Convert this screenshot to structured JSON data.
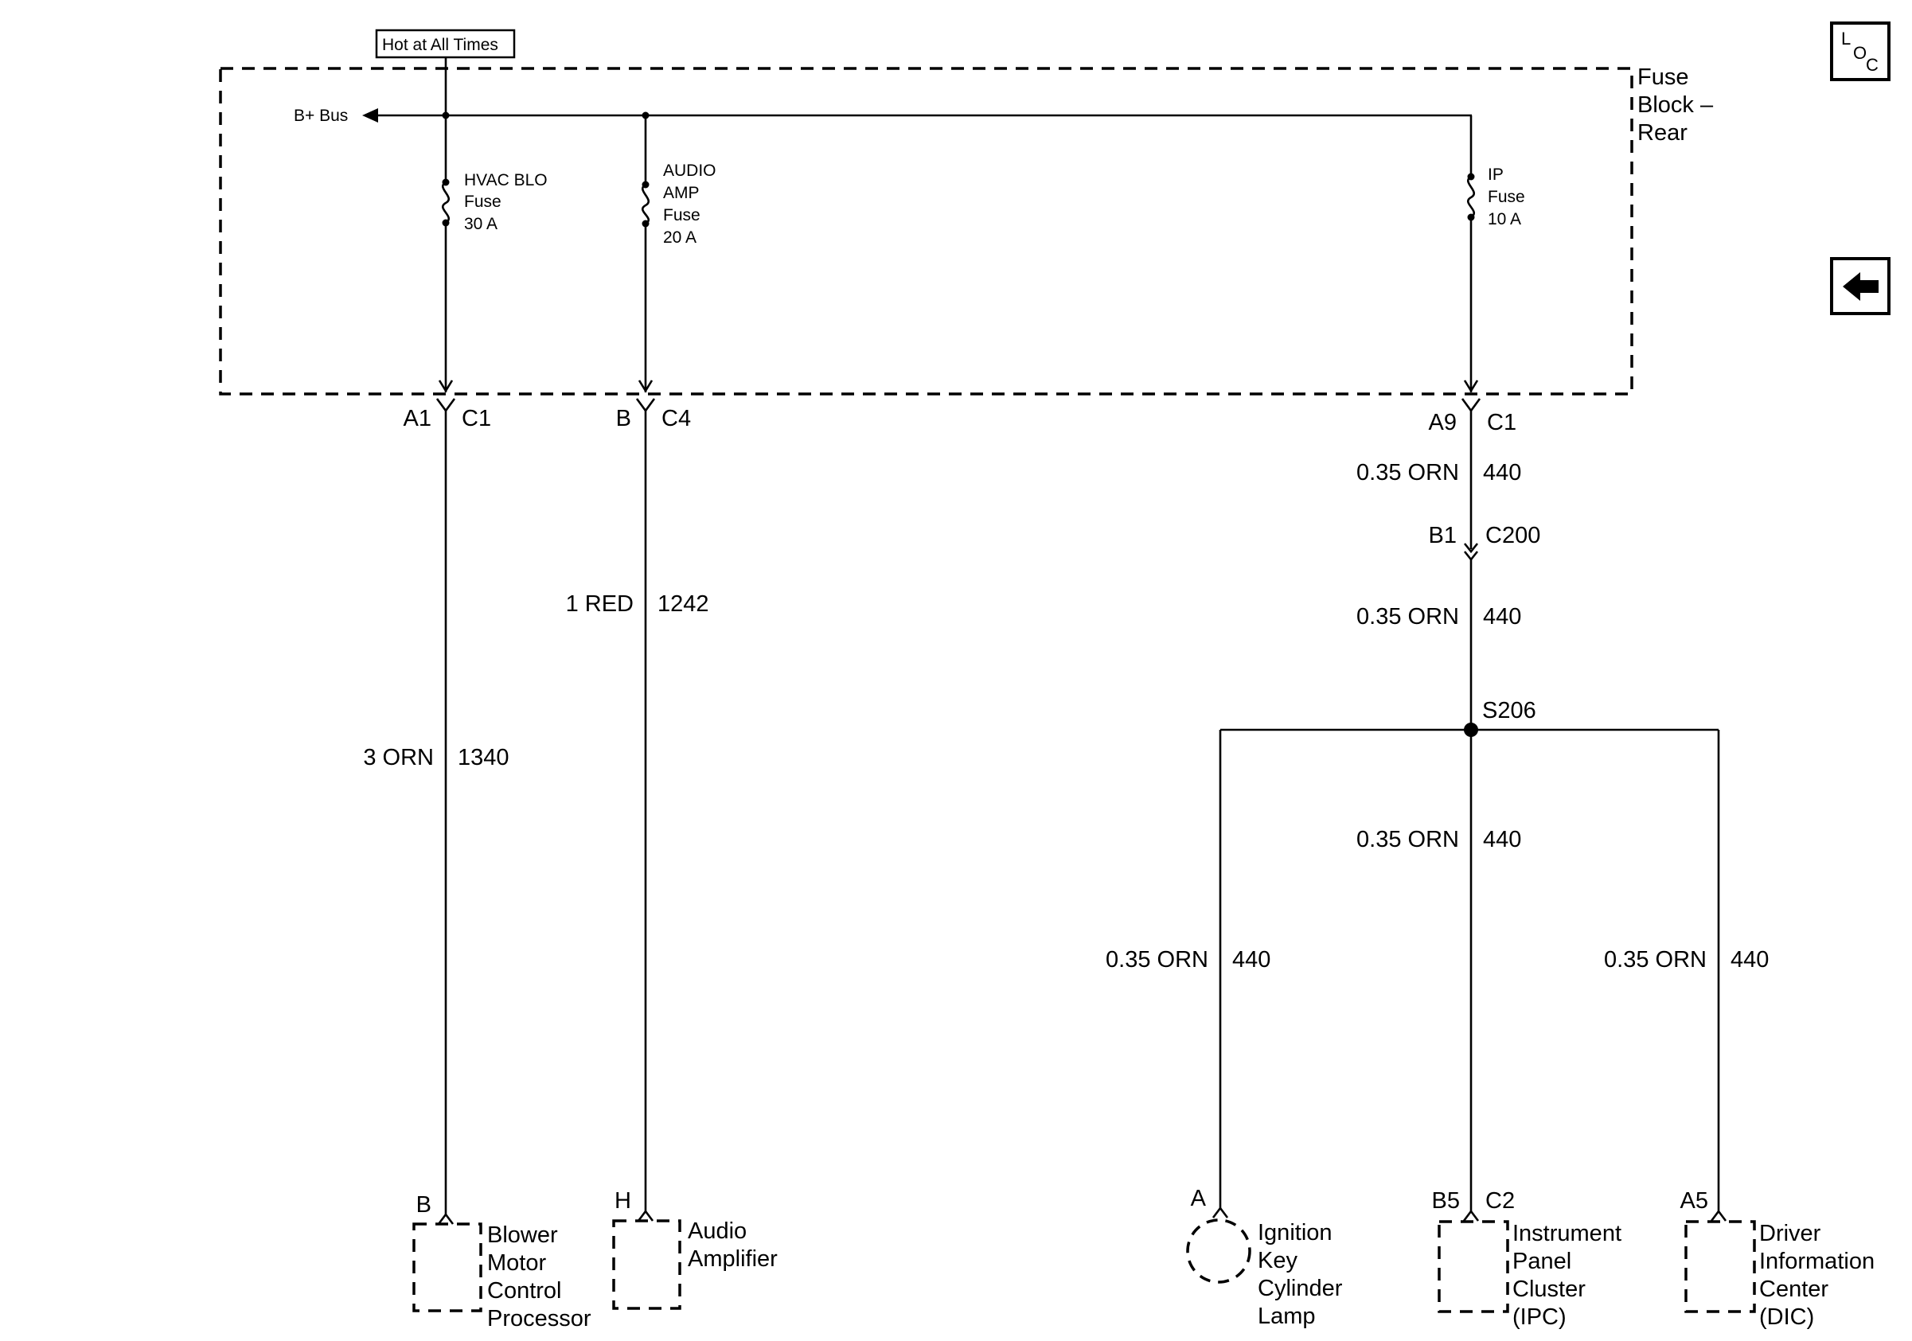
{
  "hot_label": "Hot at All Times",
  "fuse_block": {
    "line1": "Fuse",
    "line2": "Block –",
    "line3": "Rear"
  },
  "bus_label": "B+ Bus",
  "fuses": {
    "hvac": {
      "l1": "HVAC BLO",
      "l2": "Fuse",
      "l3": "30 A"
    },
    "audio": {
      "l1": "AUDIO",
      "l2": "AMP",
      "l3": "Fuse",
      "l4": "20 A"
    },
    "ip": {
      "l1": "IP",
      "l2": "Fuse",
      "l3": "10 A"
    }
  },
  "connectors": {
    "hvac_out": {
      "pin": "A1",
      "conn": "C1"
    },
    "audio_out": {
      "pin": "B",
      "conn": "C4"
    },
    "ip_out": {
      "pin": "A9",
      "conn": "C1"
    },
    "c200": {
      "pin": "B1",
      "conn": "C200"
    }
  },
  "wires": {
    "hvac": {
      "gauge": "3 ORN",
      "circuit": "1340"
    },
    "audio": {
      "gauge": "1 RED",
      "circuit": "1242"
    },
    "ip_1": {
      "gauge": "0.35 ORN",
      "circuit": "440"
    },
    "ip_2": {
      "gauge": "0.35 ORN",
      "circuit": "440"
    },
    "ip_center": {
      "gauge": "0.35 ORN",
      "circuit": "440"
    },
    "ip_left": {
      "gauge": "0.35 ORN",
      "circuit": "440"
    },
    "ip_right": {
      "gauge": "0.35 ORN",
      "circuit": "440"
    }
  },
  "splice": "S206",
  "components": {
    "blower": {
      "pin": "B",
      "l1": "Blower",
      "l2": "Motor",
      "l3": "Control",
      "l4": "Processor"
    },
    "amp": {
      "pin": "H",
      "l1": "Audio",
      "l2": "Amplifier"
    },
    "ignition": {
      "pin": "A",
      "l1": "Ignition",
      "l2": "Key",
      "l3": "Cylinder",
      "l4": "Lamp"
    },
    "ipc": {
      "pin": "B5",
      "conn": "C2",
      "l1": "Instrument",
      "l2": "Panel",
      "l3": "Cluster",
      "l4": "(IPC)"
    },
    "dic": {
      "pin": "A5",
      "l1": "Driver",
      "l2": "Information",
      "l3": "Center",
      "l4": "(DIC)"
    }
  },
  "nav": {
    "loc_l": "L",
    "loc_o": "O",
    "loc_c": "C"
  },
  "icons": {
    "loc": "location-icon",
    "back": "back-arrow-icon"
  }
}
